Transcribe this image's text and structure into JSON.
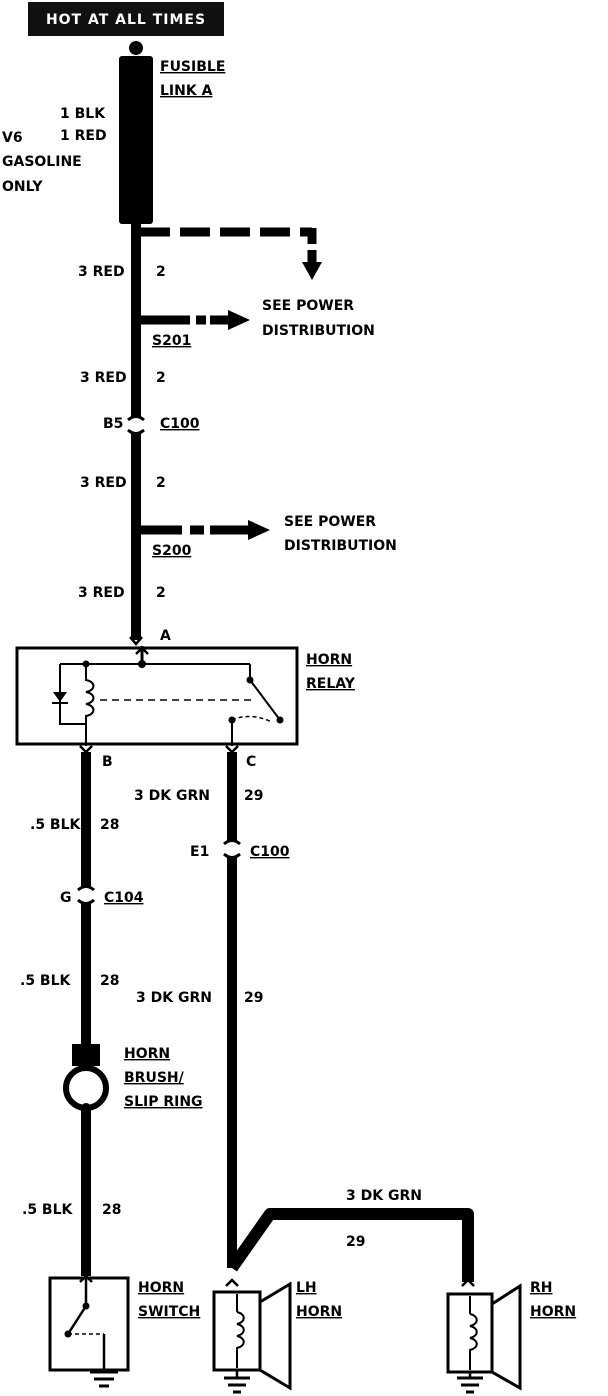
{
  "header": "HOT AT ALL TIMES",
  "fusible_link": {
    "line1": "FUSIBLE",
    "line2": "LINK A"
  },
  "wire_top": {
    "a": "1 BLK",
    "b": "1 RED"
  },
  "engine_note": {
    "line1": "V6",
    "line2": "GASOLINE",
    "line3": "ONLY"
  },
  "wire_3red_1": {
    "size_color": "3 RED",
    "circuit": "2"
  },
  "wire_3red_2": {
    "size_color": "3 RED",
    "circuit": "2"
  },
  "wire_3red_3": {
    "size_color": "3 RED",
    "circuit": "2"
  },
  "wire_3red_4": {
    "size_color": "3 RED",
    "circuit": "2"
  },
  "splice_s201": "S201",
  "splice_s200": "S200",
  "see_power_1": {
    "line1": "SEE POWER",
    "line2": "DISTRIBUTION"
  },
  "see_power_2": {
    "line1": "SEE POWER",
    "line2": "DISTRIBUTION"
  },
  "connector_c100_top": {
    "pin": "B5",
    "name": "C100"
  },
  "relay": {
    "line1": "HORN",
    "line2": "RELAY",
    "pin_a": "A",
    "pin_b": "B",
    "pin_c": "C"
  },
  "wire_left_1": {
    "size_color": ".5 BLK",
    "circuit": "28"
  },
  "connector_c104": {
    "pin": "G",
    "name": "C104"
  },
  "wire_left_2": {
    "size_color": ".5 BLK",
    "circuit": "28"
  },
  "horn_brush": {
    "line1": "HORN",
    "line2": "BRUSH/",
    "line3": "SLIP RING"
  },
  "wire_left_3": {
    "size_color": ".5 BLK",
    "circuit": "28"
  },
  "horn_switch": {
    "line1": "HORN",
    "line2": "SWITCH"
  },
  "wire_mid_1": {
    "size_color": "3 DK GRN",
    "circuit": "29"
  },
  "connector_c100_bottom": {
    "pin": "E1",
    "name": "C100"
  },
  "wire_mid_2": {
    "size_color": "3 DK GRN",
    "circuit": "29"
  },
  "wire_rh": {
    "size_color": "3 DK GRN",
    "circuit": "29"
  },
  "lh_horn": {
    "line1": "LH",
    "line2": "HORN"
  },
  "rh_horn": {
    "line1": "RH",
    "line2": "HORN"
  }
}
